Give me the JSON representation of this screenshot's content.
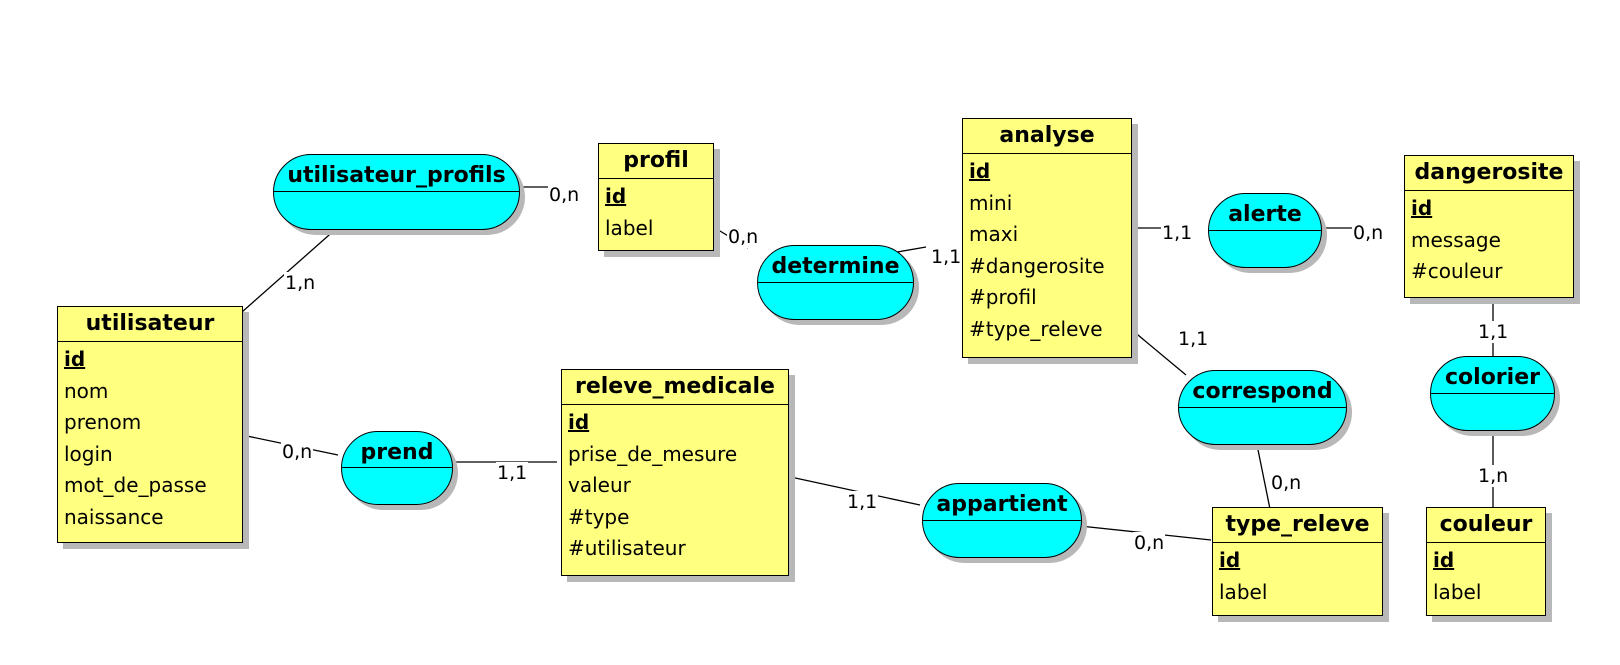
{
  "entities": {
    "utilisateur": {
      "name": "utilisateur",
      "attributes": [
        "id",
        "nom",
        "prenom",
        "login",
        "mot_de_passe",
        "naissance"
      ]
    },
    "profil": {
      "name": "profil",
      "attributes": [
        "id",
        "label"
      ]
    },
    "analyse": {
      "name": "analyse",
      "attributes": [
        "id",
        "mini",
        "maxi",
        "#dangerosite",
        "#profil",
        "#type_releve"
      ]
    },
    "dangerosite": {
      "name": "dangerosite",
      "attributes": [
        "id",
        "message",
        "#couleur"
      ]
    },
    "releve_medicale": {
      "name": "releve_medicale",
      "attributes": [
        "id",
        "prise_de_mesure",
        "valeur",
        "#type",
        "#utilisateur"
      ]
    },
    "type_releve": {
      "name": "type_releve",
      "attributes": [
        "id",
        "label"
      ]
    },
    "couleur": {
      "name": "couleur",
      "attributes": [
        "id",
        "label"
      ]
    }
  },
  "associations": {
    "utilisateur_profils": "utilisateur_profils",
    "determine": "determine",
    "alerte": "alerte",
    "correspond": "correspond",
    "colorier": "colorier",
    "prend": "prend",
    "appartient": "appartient"
  },
  "cardinalities": {
    "utilisateur_profils_profil": "0,n",
    "utilisateur_profils_utilisateur": "1,n",
    "determine_profil": "0,n",
    "determine_analyse": "1,1",
    "alerte_analyse": "1,1",
    "alerte_dangerosite": "0,n",
    "correspond_analyse": "1,1",
    "correspond_type_releve": "0,n",
    "colorier_dangerosite": "1,1",
    "colorier_couleur": "1,n",
    "prend_utilisateur": "0,n",
    "prend_releve_medicale": "1,1",
    "appartient_releve_medicale": "1,1",
    "appartient_type_releve": "0,n"
  },
  "colors": {
    "entity_fill": "#ffff80",
    "association_fill": "#00ffff",
    "line": "#000000",
    "shadow": "#b8b8b8"
  }
}
